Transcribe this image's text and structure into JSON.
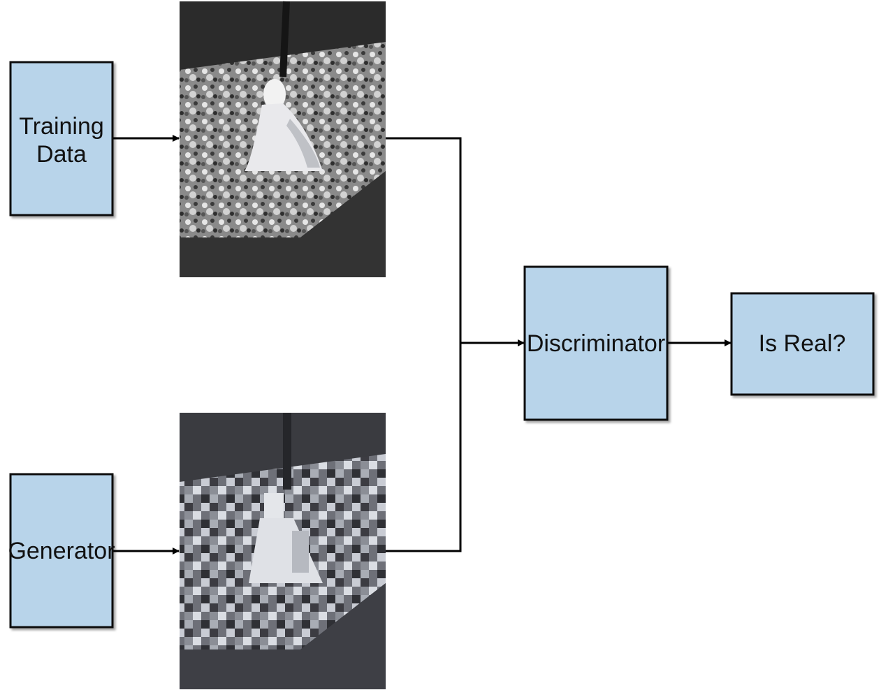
{
  "diagram": {
    "nodes": {
      "training_data": {
        "label_lines": [
          "Training",
          "Data"
        ]
      },
      "generator": {
        "label_lines": [
          "Generator"
        ]
      },
      "discriminator": {
        "label_lines": [
          "Discriminator"
        ]
      },
      "is_real": {
        "label_lines": [
          "Is Real?"
        ]
      }
    },
    "images": {
      "real_sample": {
        "icon": "snowman-photo-real"
      },
      "generated_sample": {
        "icon": "snowman-photo-generated-pixelated"
      }
    },
    "edges": [
      {
        "from": "training_data",
        "to": "real_sample"
      },
      {
        "from": "generator",
        "to": "generated_sample"
      },
      {
        "from": "real_sample",
        "to": "discriminator"
      },
      {
        "from": "generated_sample",
        "to": "discriminator"
      },
      {
        "from": "discriminator",
        "to": "is_real"
      }
    ],
    "colors": {
      "box_fill": "#b8d4ea",
      "box_stroke": "#111111",
      "line": "#000000"
    }
  }
}
